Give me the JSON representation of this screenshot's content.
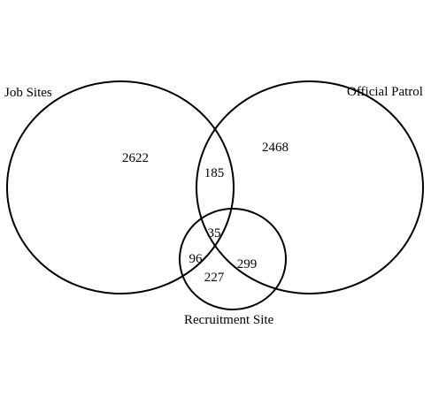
{
  "sets": {
    "job_sites": {
      "label": "Job Sites"
    },
    "official_patrol": {
      "label": "Official Patrol"
    },
    "recruitment_site": {
      "label": "Recruitment Site"
    }
  },
  "regions": {
    "job_sites_only": "2622",
    "official_patrol_only": "2468",
    "job_sites_and_official_patrol": "185",
    "all_three": "35",
    "job_sites_and_recruitment_site": "96",
    "official_patrol_and_recruitment_site": "299",
    "recruitment_site_only": "227"
  },
  "colors": {
    "stroke": "#000000",
    "background": "#ffffff"
  }
}
